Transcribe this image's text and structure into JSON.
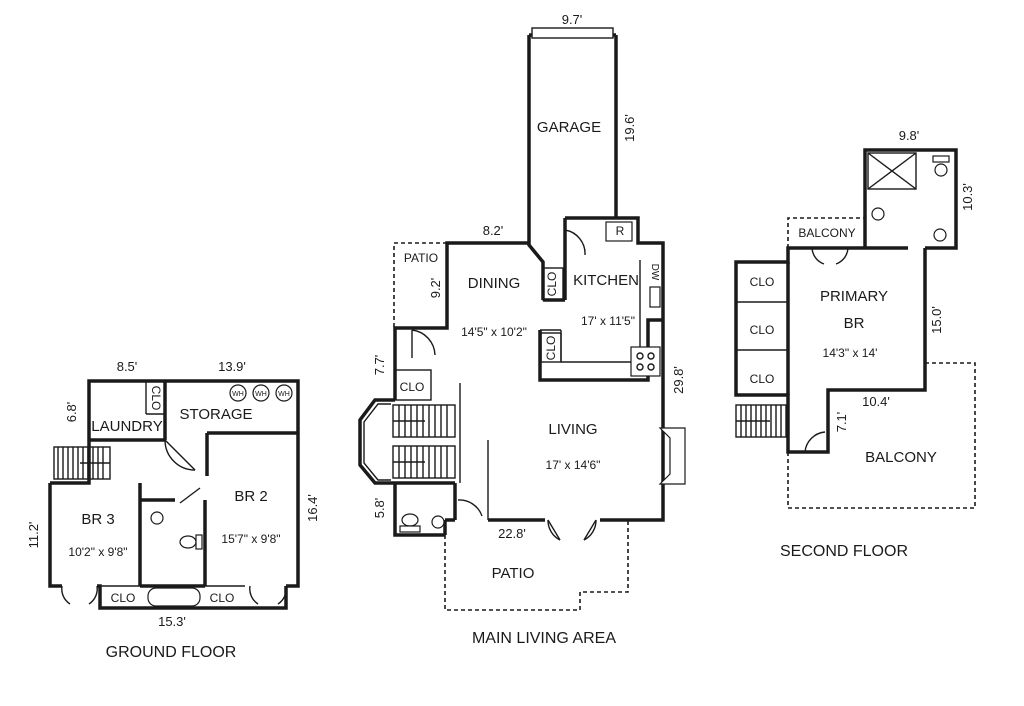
{
  "ground_floor": {
    "title": "GROUND FLOOR",
    "dims": {
      "top_left": "8.5'",
      "top_right": "13.9'",
      "left_upper": "6.8'",
      "left": "11.2'",
      "right": "16.4'",
      "bottom": "15.3'"
    },
    "rooms": {
      "laundry": "LAUNDRY",
      "storage": "STORAGE",
      "br3": "BR 3",
      "br3_size": "10'2\" x 9'8\"",
      "br2": "BR 2",
      "br2_size": "15'7\" x 9'8\"",
      "clo_laundry": "CLO",
      "clo_left": "CLO",
      "clo_right": "CLO",
      "wh": "WH"
    }
  },
  "main_floor": {
    "title": "MAIN LIVING AREA",
    "dims": {
      "garage_width": "9.7'",
      "garage_length": "19.6'",
      "dining_width": "8.2'",
      "patio_height": "9.2'",
      "left": "7.7'",
      "right": "29.8'",
      "bottom_left": "5.8'",
      "bottom": "22.8'"
    },
    "rooms": {
      "garage": "GARAGE",
      "patio_top": "PATIO",
      "dining": "DINING",
      "dining_size": "14'5\" x 10'2\"",
      "kitchen": "KITCHEN",
      "kitchen_size": "17' x 11'5\"",
      "living": "LIVING",
      "living_size": "17' x 14'6\"",
      "patio_bottom": "PATIO",
      "clo_a": "CLO",
      "clo_b": "CLO",
      "clo_c": "CLO",
      "fridge": "R",
      "dishwasher": "DW"
    }
  },
  "second_floor": {
    "title": "SECOND FLOOR",
    "dims": {
      "bath_width": "9.8'",
      "bath_height": "10.3'",
      "right": "15.0'",
      "bottom": "10.4'",
      "left_lower": "7.1'"
    },
    "rooms": {
      "balcony_small": "BALCONY",
      "primary": "PRIMARY",
      "primary_br": "BR",
      "primary_size": "14'3\" x 14'",
      "balcony": "BALCONY",
      "clo_1": "CLO",
      "clo_2": "CLO",
      "clo_3": "CLO"
    }
  }
}
